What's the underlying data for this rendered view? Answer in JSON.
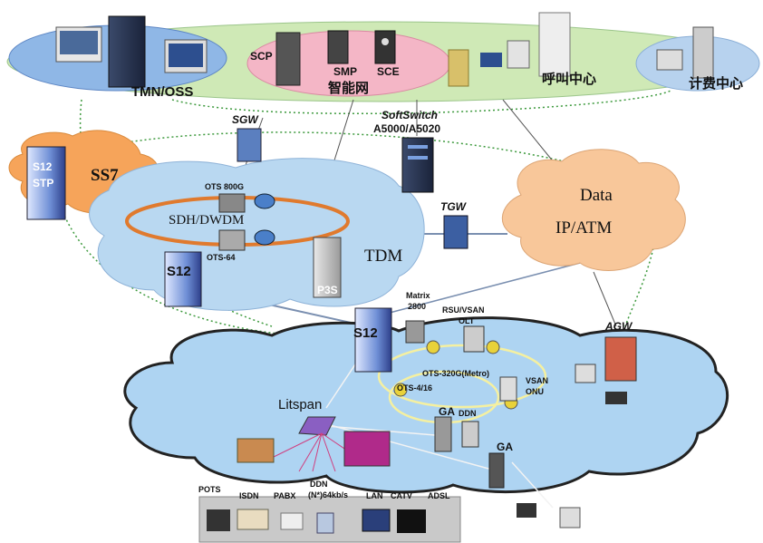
{
  "top_row": {
    "tmn": "TMN/OSS",
    "scp": "SCP",
    "smp": "SMP",
    "sce": "SCE",
    "intelligent_network": "智能网",
    "call_center": "呼叫中心",
    "billing_center": "计费中心"
  },
  "core": {
    "sgw": "SGW",
    "softswitch": "SoftSwitch",
    "softswitch_model": "A5000/A5020",
    "tgw": "TGW",
    "data_line1": "Data",
    "data_line2": "IP/ATM"
  },
  "ss7_cloud": {
    "stp_line1": "S12",
    "stp_line2": "STP",
    "ss7": "SS7"
  },
  "tdm_cloud": {
    "ots800g": "OTS 800G",
    "sdh": "SDH/DWDM",
    "ots64": "OTS-64",
    "s12": "S12",
    "p3s": "P3S",
    "tdm": "TDM"
  },
  "access_cloud": {
    "s12": "S12",
    "matrix_line1": "Matrix",
    "matrix_line2": "2800",
    "rsu_line1": "RSU/VSAN",
    "rsu_line2": "OLT",
    "agw": "AGW",
    "ots320g": "OTS-320G(Metro)",
    "ots416": "OTS-4/16",
    "vsan_line1": "VSAN",
    "vsan_line2": "ONU",
    "ga1": "GA",
    "ddn": "DDN",
    "ga2": "GA",
    "litspan": "Litspan"
  },
  "services": {
    "pots": "POTS",
    "isdn": "ISDN",
    "pabx": "PABX",
    "ddn_line1": "DDN",
    "ddn_line2": "(N*)64kb/s",
    "lan": "LAN",
    "catv": "CATV",
    "adsl": "ADSL"
  },
  "colors": {
    "green_band": "#cfe9b6",
    "blue_ellipse": "#9ec3e8",
    "pink_ellipse": "#f4b6c6",
    "lightblue_ellipse": "#b7d2ee",
    "ss7_cloud": "#f6a45a",
    "tdm_cloud": "#b9d8f1",
    "data_cloud": "#f8c79a",
    "access_cloud": "#aed4f2",
    "sdh_ring": "#e07a2e",
    "link_green": "#3e9a3e"
  }
}
